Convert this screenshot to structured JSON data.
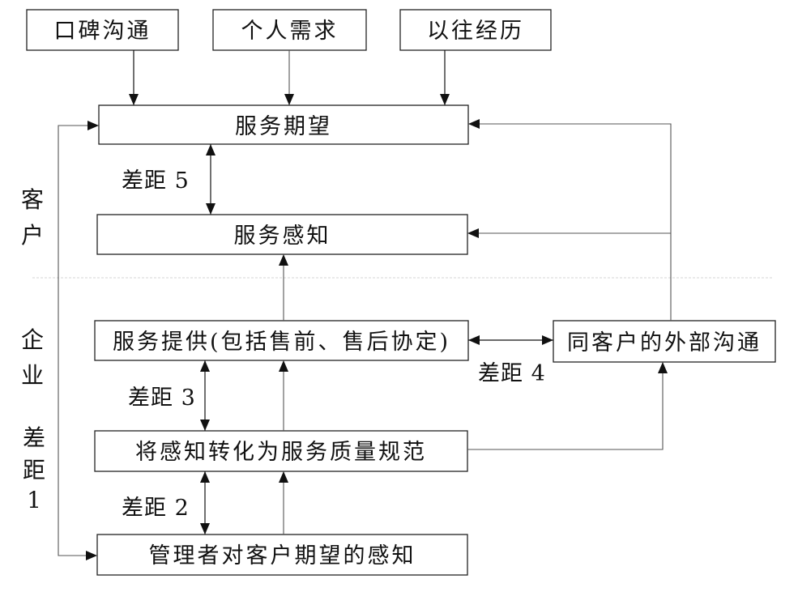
{
  "diagram": {
    "sources": {
      "word_of_mouth": "口碑沟通",
      "personal_needs": "个人需求",
      "past_experience": "以往经历"
    },
    "boxes": {
      "expected_service": "服务期望",
      "perceived_service": "服务感知",
      "service_delivery": "服务提供(包括售前、售后协定)",
      "external_communication": "同客户的外部沟通",
      "specifications": "将感知转化为服务质量规范",
      "management_perception": "管理者对客户期望的感知"
    },
    "gaps": {
      "gap5": "差距 5",
      "gap4": "差距 4",
      "gap3": "差距 3",
      "gap2": "差距 2",
      "gap1": [
        "差",
        "距",
        "1"
      ]
    },
    "zones": {
      "customer": [
        "客",
        "户"
      ],
      "company": [
        "企",
        "业"
      ]
    }
  },
  "colors": {
    "background": "#ffffff",
    "line": "#111111",
    "connector": "#555555",
    "separator": "#d6d6d6",
    "text": "#111111"
  }
}
